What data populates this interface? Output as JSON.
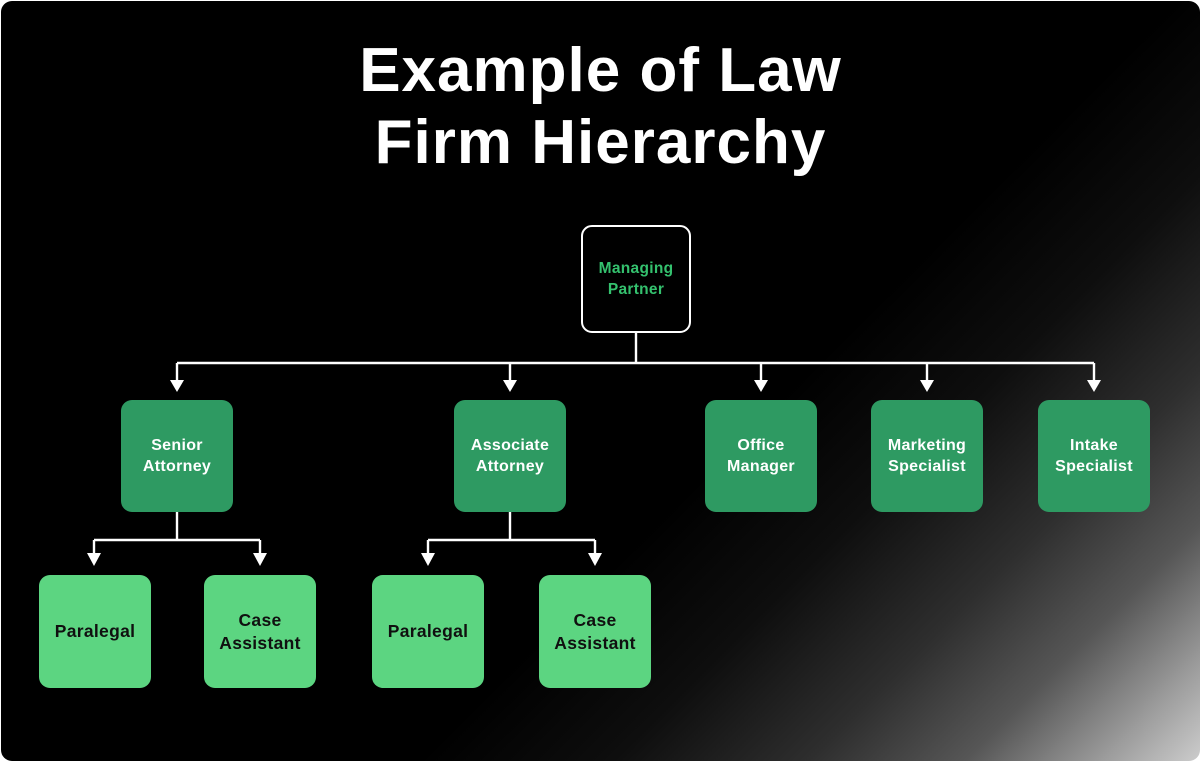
{
  "title": {
    "line1": "Example of Law",
    "line2": "Firm Hierarchy"
  },
  "org": {
    "root": {
      "label": "Managing Partner"
    },
    "managers": [
      {
        "label": "Senior Attorney",
        "reports_to": "Managing Partner"
      },
      {
        "label": "Associate Attorney",
        "reports_to": "Managing Partner"
      },
      {
        "label": "Office Manager",
        "reports_to": "Managing Partner"
      },
      {
        "label": "Marketing Specialist",
        "reports_to": "Managing Partner"
      },
      {
        "label": "Intake Specialist",
        "reports_to": "Managing Partner"
      }
    ],
    "staff": [
      {
        "label": "Paralegal",
        "reports_to": "Senior Attorney"
      },
      {
        "label": "Case Assistant",
        "reports_to": "Senior Attorney"
      },
      {
        "label": "Paralegal",
        "reports_to": "Associate Attorney"
      },
      {
        "label": "Case Assistant",
        "reports_to": "Associate Attorney"
      }
    ]
  },
  "colors": {
    "background": "#000000",
    "title_text": "#ffffff",
    "connector_line": "#ffffff",
    "accent_green_text": "#34c16e",
    "box_green_mid": "#2e9a62",
    "box_green_light": "#5cd581"
  }
}
